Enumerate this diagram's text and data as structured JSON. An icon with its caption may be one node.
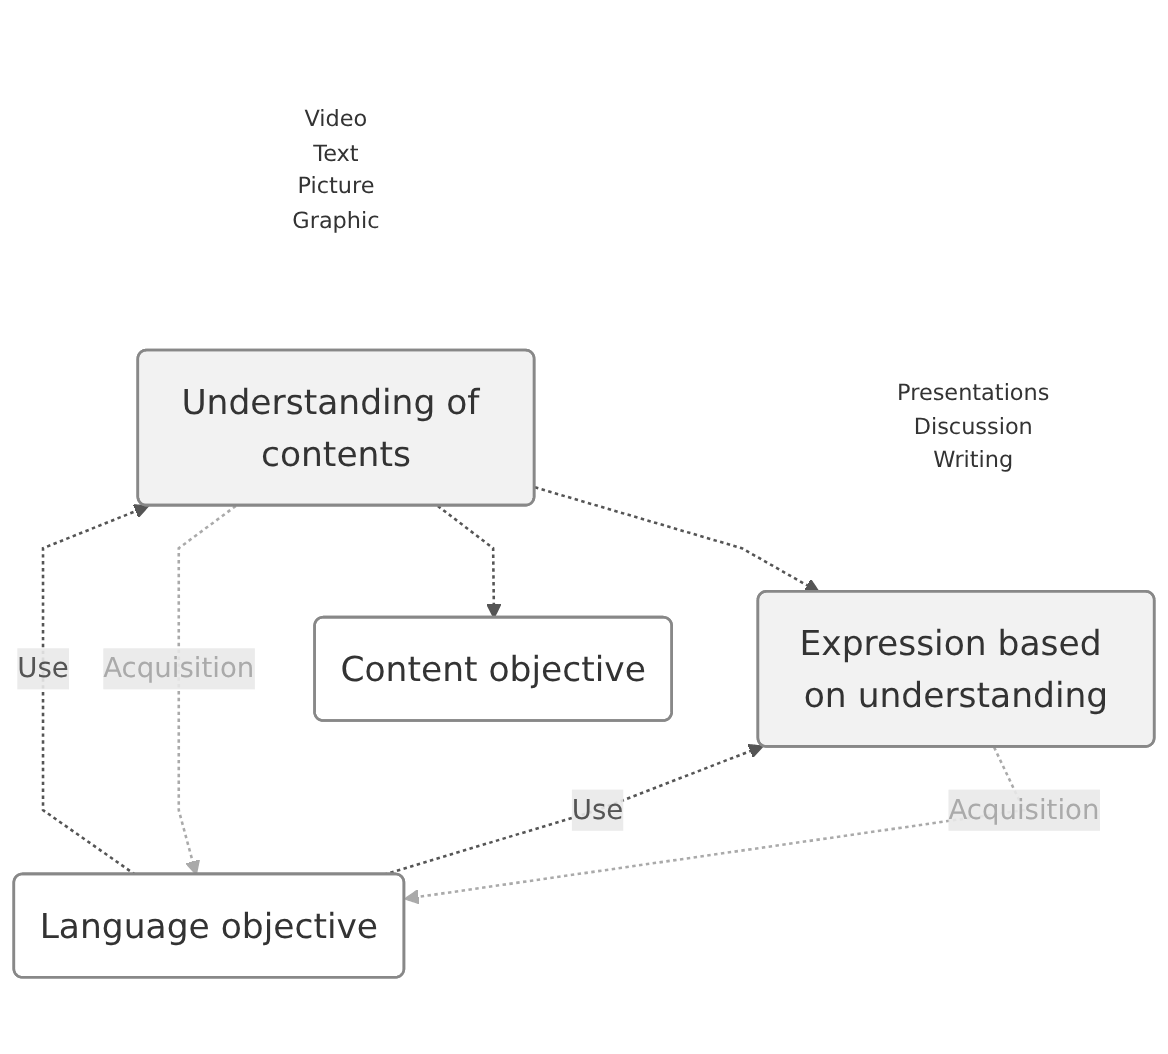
{
  "diagram": {
    "nodes": [
      {
        "text": [
          "Content objective"
        ]
      },
      {
        "text": [
          "Understanding of contents"
        ],
        "beside": [
          "Video",
          "Text",
          "Picture",
          "Graphic"
        ]
      },
      {
        "text": [
          "Expression based on understanding"
        ],
        "beside": [
          "Presentations",
          "Discussion",
          "Writing"
        ]
      },
      {
        "text": [
          "Language objective"
        ]
      }
    ],
    "edges": [
      {
        "from": 1,
        "to": 2,
        "arrow": "to",
        "style": "dashed"
      },
      {
        "from": 1,
        "to": 0,
        "arrow": "to",
        "style": "dashed"
      },
      {
        "from": 3,
        "to": 1,
        "arrow": "to",
        "style": "dashed",
        "label": "Use"
      },
      {
        "from": 3,
        "to": 2,
        "arrow": "to",
        "style": "dashed",
        "label": "Use"
      },
      {
        "from": 1,
        "to": 3,
        "arrow": "to",
        "style": "dashed",
        "label": "Acquisition",
        "color": "#aaaaaa"
      },
      {
        "from": 2,
        "to": 3,
        "arrow": "to",
        "style": "dashed",
        "label": "Acquisition",
        "color": "#aaaaaa"
      }
    ]
  }
}
